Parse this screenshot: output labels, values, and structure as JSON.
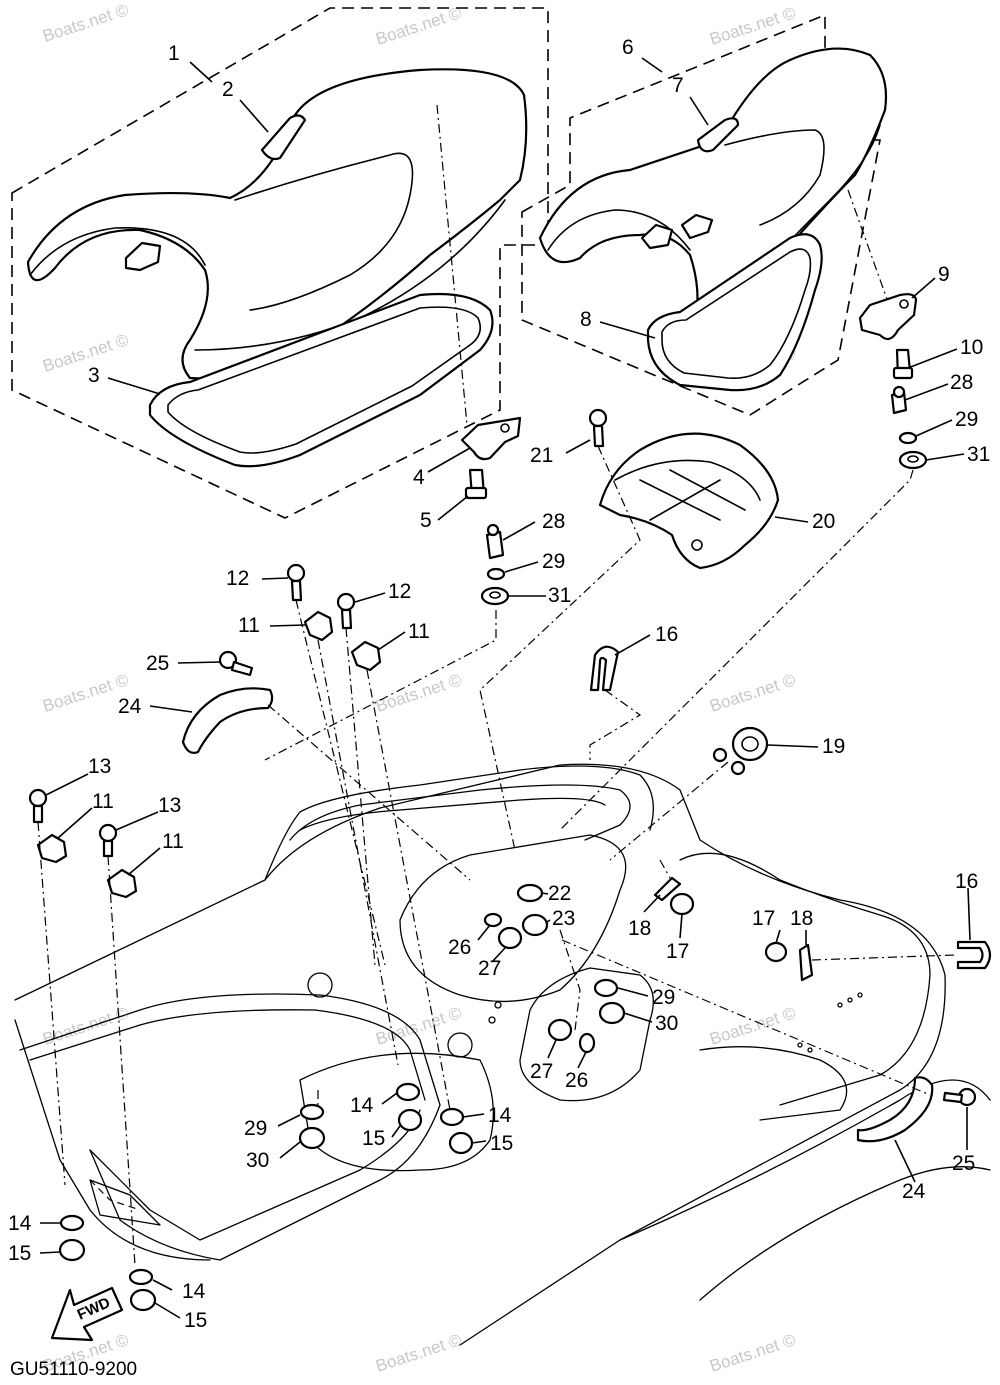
{
  "diagram_code": "GU51110-9200",
  "direction_label": "FWD",
  "watermark_text": "Boats.net ©",
  "callouts": {
    "c1": "1",
    "c2": "2",
    "c3": "3",
    "c4": "4",
    "c5": "5",
    "c6": "6",
    "c7": "7",
    "c8": "8",
    "c9": "9",
    "c10": "10",
    "c11a": "11",
    "c11b": "11",
    "c11c": "11",
    "c11d": "11",
    "c12a": "12",
    "c12b": "12",
    "c13a": "13",
    "c13b": "13",
    "c14a": "14",
    "c14b": "14",
    "c14c": "14",
    "c14d": "14",
    "c15a": "15",
    "c15b": "15",
    "c15c": "15",
    "c15d": "15",
    "c16a": "16",
    "c16b": "16",
    "c17a": "17",
    "c17b": "17",
    "c18a": "18",
    "c18b": "18",
    "c19": "19",
    "c20": "20",
    "c21": "21",
    "c22": "22",
    "c23": "23",
    "c24a": "24",
    "c24b": "24",
    "c25a": "25",
    "c25b": "25",
    "c26a": "26",
    "c26b": "26",
    "c27a": "27",
    "c27b": "27",
    "c28a": "28",
    "c28b": "28",
    "c29a": "29",
    "c29b": "29",
    "c29c": "29",
    "c29d": "29",
    "c30a": "30",
    "c30b": "30",
    "c31a": "31",
    "c31b": "31"
  }
}
